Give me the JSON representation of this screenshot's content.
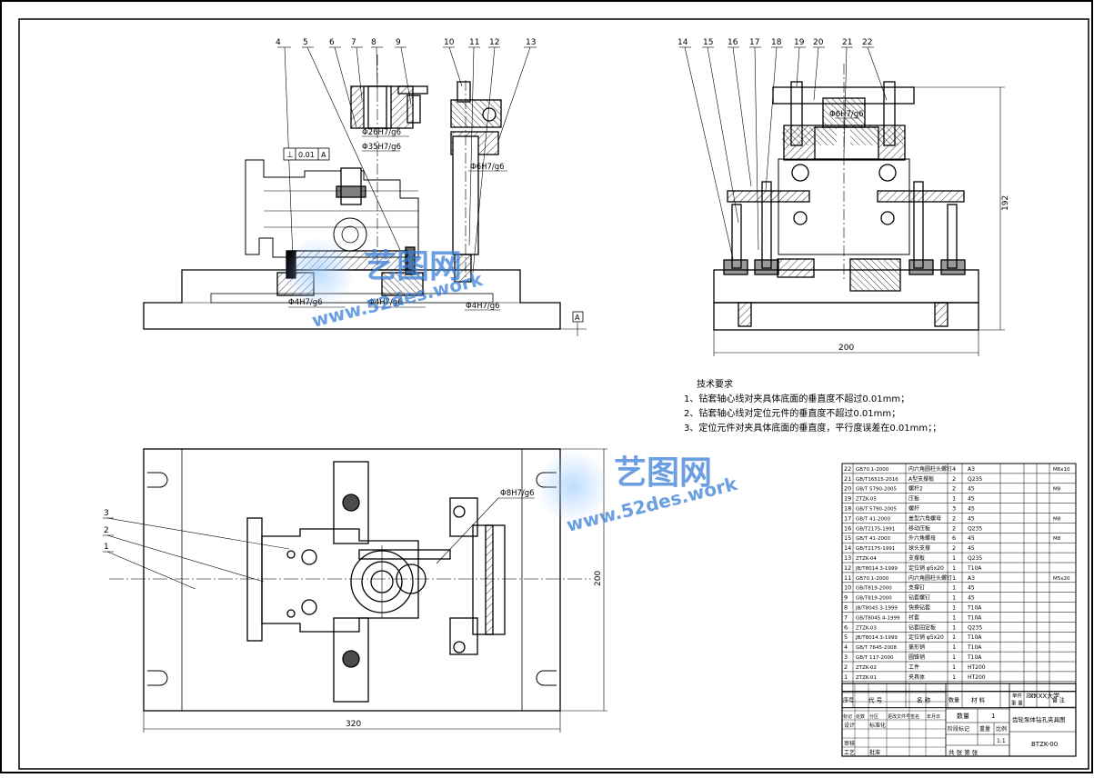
{
  "view_labels": {
    "front_top": [
      "4",
      "5",
      "6",
      "7",
      "8",
      "9",
      "10",
      "11",
      "12",
      "13"
    ],
    "side_top": [
      "14",
      "15",
      "16",
      "17",
      "18",
      "19",
      "20",
      "21",
      "22"
    ],
    "plan_left": [
      "3",
      "2",
      "1"
    ]
  },
  "fits": {
    "f1": "Φ26H7/g6",
    "f2": "Φ35H7/g6",
    "f3": "Φ6H7/g6",
    "f4": "Φ4H7/g6",
    "f5": "Φ4H7/g6",
    "f6": "Φ4H7/g6",
    "f7": "Φ6H7/g6",
    "f8": "Φ8H7/g6"
  },
  "tolerance": {
    "symbol": "⊥",
    "value": "0.01",
    "datum": "A"
  },
  "datum_label": "A",
  "dims": {
    "side_height": "192",
    "side_width": "200",
    "plan_width": "320",
    "plan_height": "200"
  },
  "requirements": {
    "title": "技术要求",
    "items": [
      "1、钻套轴心线对夹具体底面的垂直度不超过0.01mm；",
      "2、钻套轴心线对定位元件的垂直度不超过0.01mm；",
      "3、定位元件对夹具体底面的垂直度，平行度误差在0.01mm；；"
    ]
  },
  "watermark": {
    "cn": "艺图网",
    "url": "www.52des.work"
  },
  "bom": {
    "rows": [
      {
        "no": "22",
        "code": "GB70.1-2000",
        "name": "内六角圆柱头螺钉",
        "qty": "4",
        "mat": "A3",
        "note": "M6x10"
      },
      {
        "no": "21",
        "code": "GB/T16515-2016",
        "name": "A型支撑板",
        "qty": "2",
        "mat": "Q235",
        "note": ""
      },
      {
        "no": "20",
        "code": "GB/T 5790-2005",
        "name": "螺杆2",
        "qty": "2",
        "mat": "45",
        "note": "M8"
      },
      {
        "no": "19",
        "code": "ZTZK-05",
        "name": "压板",
        "qty": "1",
        "mat": "45",
        "note": ""
      },
      {
        "no": "18",
        "code": "GB/T 5790-2005",
        "name": "螺杆",
        "qty": "3",
        "mat": "45",
        "note": ""
      },
      {
        "no": "17",
        "code": "GB/T 41-2000",
        "name": "盖型六角螺母",
        "qty": "2",
        "mat": "45",
        "note": "M8"
      },
      {
        "no": "16",
        "code": "GB/T2175-1991",
        "name": "移动压板",
        "qty": "2",
        "mat": "Q235",
        "note": ""
      },
      {
        "no": "15",
        "code": "GB/T 41-2000",
        "name": "外六角螺母",
        "qty": "6",
        "mat": "45",
        "note": "M8"
      },
      {
        "no": "14",
        "code": "GB/T2175-1991",
        "name": "球头支撑",
        "qty": "2",
        "mat": "45",
        "note": ""
      },
      {
        "no": "13",
        "code": "ZTZK-04",
        "name": "支撑板",
        "qty": "1",
        "mat": "Q235",
        "note": ""
      },
      {
        "no": "12",
        "code": "JB/T8014.3-1999",
        "name": "定位销 φ5x20",
        "qty": "1",
        "mat": "T10A",
        "note": ""
      },
      {
        "no": "11",
        "code": "GB70.1-2000",
        "name": "内六角圆柱头螺钉",
        "qty": "1",
        "mat": "A3",
        "note": "M5x20"
      },
      {
        "no": "10",
        "code": "GB/T819-2000",
        "name": "支撑钉",
        "qty": "1",
        "mat": "45",
        "note": ""
      },
      {
        "no": "9",
        "code": "GB/T819-2000",
        "name": "钻套螺钉",
        "qty": "1",
        "mat": "45",
        "note": ""
      },
      {
        "no": "8",
        "code": "JB/T8045.3-1999",
        "name": "快换钻套",
        "qty": "1",
        "mat": "T10A",
        "note": ""
      },
      {
        "no": "7",
        "code": "GB/T8045.4-1999",
        "name": "衬套",
        "qty": "1",
        "mat": "T10A",
        "note": ""
      },
      {
        "no": "6",
        "code": "ZTZK-03",
        "name": "钻套固定板",
        "qty": "1",
        "mat": "Q235",
        "note": ""
      },
      {
        "no": "5",
        "code": "JB/T8014.3-1999",
        "name": "定位销 φ5x20",
        "qty": "1",
        "mat": "T10A",
        "note": ""
      },
      {
        "no": "4",
        "code": "GB/T 7645-2008",
        "name": "菱形销",
        "qty": "1",
        "mat": "T10A",
        "note": ""
      },
      {
        "no": "3",
        "code": "GB/T 117-2000",
        "name": "圆锥销",
        "qty": "1",
        "mat": "T10A",
        "note": ""
      },
      {
        "no": "2",
        "code": "ZTZK-02",
        "name": "工件",
        "qty": "1",
        "mat": "HT200",
        "note": ""
      },
      {
        "no": "1",
        "code": "ZTZK-01",
        "name": "夹具体",
        "qty": "1",
        "mat": "HT200",
        "note": ""
      }
    ],
    "header": {
      "no": "序号",
      "code": "代 号",
      "name": "名 称",
      "qty": "数量",
      "mat": "材 料",
      "single": "单件",
      "total": "总计",
      "weight": "重 量",
      "note": "备 注"
    }
  },
  "title_block": {
    "school": "XXXX大学",
    "drawing_name": "齿轮泵体钻孔夹具图",
    "code": "BTZK-00",
    "qty_label": "数量",
    "qty_value": "1",
    "stage_label": "阶段标记",
    "weight_label": "重量",
    "scale_label": "比例",
    "scale_value": "1:1",
    "sheets_label": "共  张  第  张",
    "rows": [
      "标记",
      "处数",
      "分区",
      "更改文件号",
      "签名",
      "年月日"
    ],
    "design": "设计",
    "std": "标准化",
    "check": "审核",
    "process": "工艺",
    "approve": "批准"
  }
}
